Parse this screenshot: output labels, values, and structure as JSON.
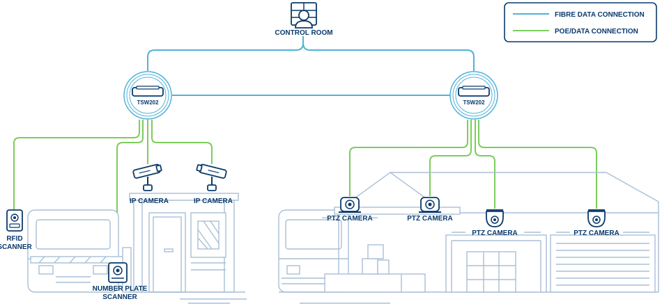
{
  "legend": {
    "fibre_label": "FIBRE DATA CONNECTION",
    "poe_label": "POE/DATA CONNECTION",
    "fibre_color": "#4fb3d9",
    "poe_color": "#7ccd5b",
    "border_color": "#0a3a6b"
  },
  "control_room": {
    "label": "CONTROL ROOM"
  },
  "switches": [
    {
      "label": "TSW202"
    },
    {
      "label": "TSW202"
    }
  ],
  "left_site": {
    "rfid_label_1": "RFID",
    "rfid_label_2": "SCANNER",
    "ip_cameras": [
      {
        "label": "IP CAMERA"
      },
      {
        "label": "IP CAMERA"
      }
    ],
    "plate_label_1": "NUMBER PLATE",
    "plate_label_2": "SCANNER"
  },
  "right_site": {
    "ptz_cameras": [
      {
        "label": "PTZ CAMERA"
      },
      {
        "label": "PTZ CAMERA"
      },
      {
        "label": "PTZ CAMERA"
      },
      {
        "label": "PTZ CAMERA"
      }
    ]
  }
}
